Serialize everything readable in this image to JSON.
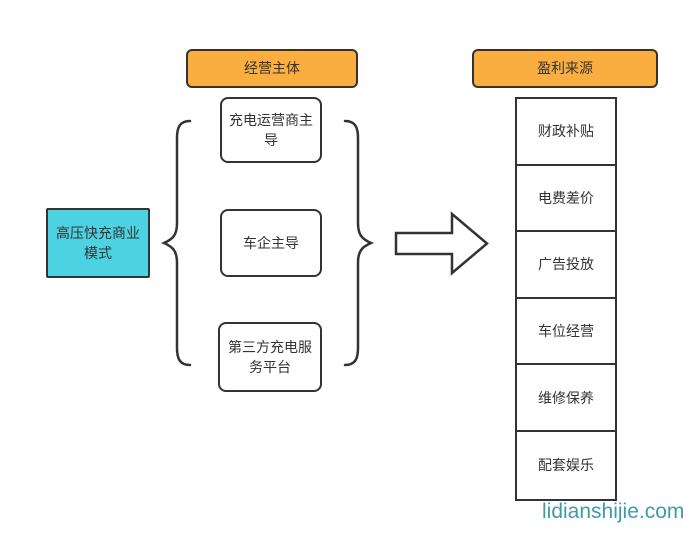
{
  "diagram": {
    "root": {
      "label": "高压快充商业模式"
    },
    "left_group": {
      "header": "经营主体",
      "items": [
        {
          "label": "充电运营商主导"
        },
        {
          "label": "车企主导"
        },
        {
          "label": "第三方充电服务平台"
        }
      ]
    },
    "right_group": {
      "header": "盈利来源",
      "items": [
        {
          "label": "财政补贴"
        },
        {
          "label": "电费差价"
        },
        {
          "label": "广告投放"
        },
        {
          "label": "车位经营"
        },
        {
          "label": "维修保养"
        },
        {
          "label": "配套娱乐"
        }
      ]
    },
    "watermark": "lidianshijie.com",
    "colors": {
      "node_fill_cyan": "#4dd2e2",
      "header_fill_orange": "#fbae40",
      "stroke": "#333333",
      "watermark_teal": "#2e8fa0"
    }
  }
}
